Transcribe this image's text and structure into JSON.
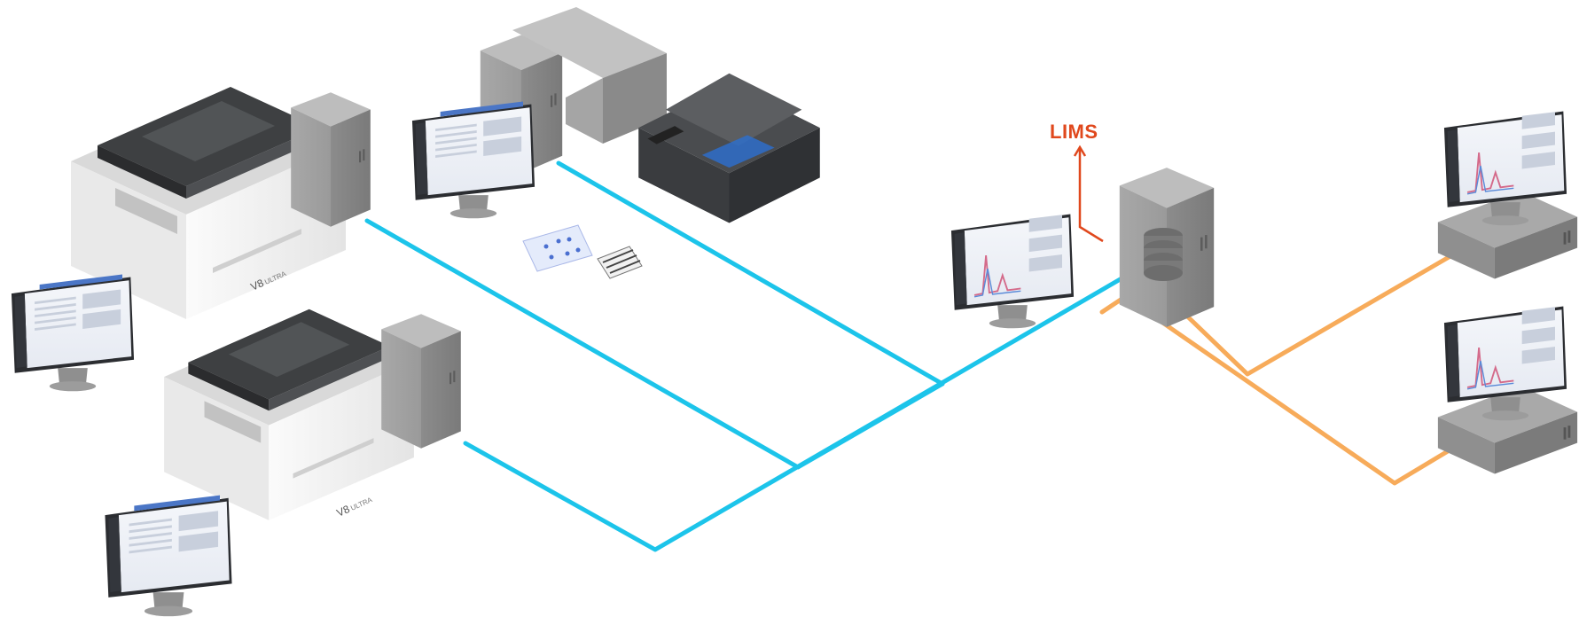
{
  "diagram": {
    "lims_label": "LIMS",
    "instrument_brand": "V8",
    "instrument_model": "ULTRA",
    "colors": {
      "network_link": "#1cc4ea",
      "result_link": "#f7ab5a",
      "lims_link": "#e0481d",
      "device_body": "#9a9a9a",
      "instrument_body": "#f0f0f0",
      "instrument_lid": "#3e4042",
      "monitor_frame": "#2b2d31"
    },
    "icons": {
      "instrument": "electrophoresis-instrument-icon",
      "computer": "tower-pc-icon",
      "monitor": "monitor-icon",
      "scanner": "gel-scanner-icon",
      "server": "database-server-icon",
      "workstation": "workstation-icon"
    }
  }
}
